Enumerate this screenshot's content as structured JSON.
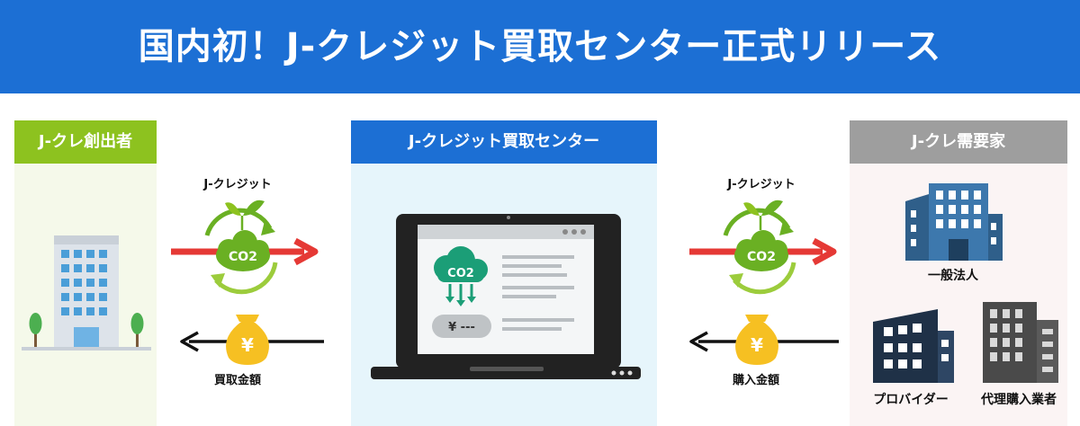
{
  "header": {
    "title": "国内初！J-クレジット買取センター正式リリース"
  },
  "panels": {
    "left": {
      "title": "J-クレ創出者"
    },
    "center": {
      "title": "J-クレジット買取センター"
    },
    "right": {
      "title": "J-クレ需要家"
    }
  },
  "flows": {
    "left": {
      "credit_label": "J-クレジット",
      "money_label": "買取金額"
    },
    "right": {
      "credit_label": "J-クレジット",
      "money_label": "購入金額"
    }
  },
  "co2_badge": "CO2",
  "screen": {
    "price_text": "¥ ---"
  },
  "buyers": [
    "一般法人",
    "プロバイダー",
    "代理購入業者"
  ],
  "colors": {
    "header_blue": "#1c6fd4",
    "creator_green": "#8dc21f",
    "buyer_gray": "#9e9e9e",
    "arrow_red": "#e53935",
    "cycle_green": "#6ab023",
    "money_yellow": "#f6c022"
  },
  "icons": {
    "credit_cycle": "co2-recycle-icon",
    "money": "yen-money-bag-icon",
    "laptop": "laptop-icon",
    "co2_cloud": "co2-cloud-icon"
  }
}
